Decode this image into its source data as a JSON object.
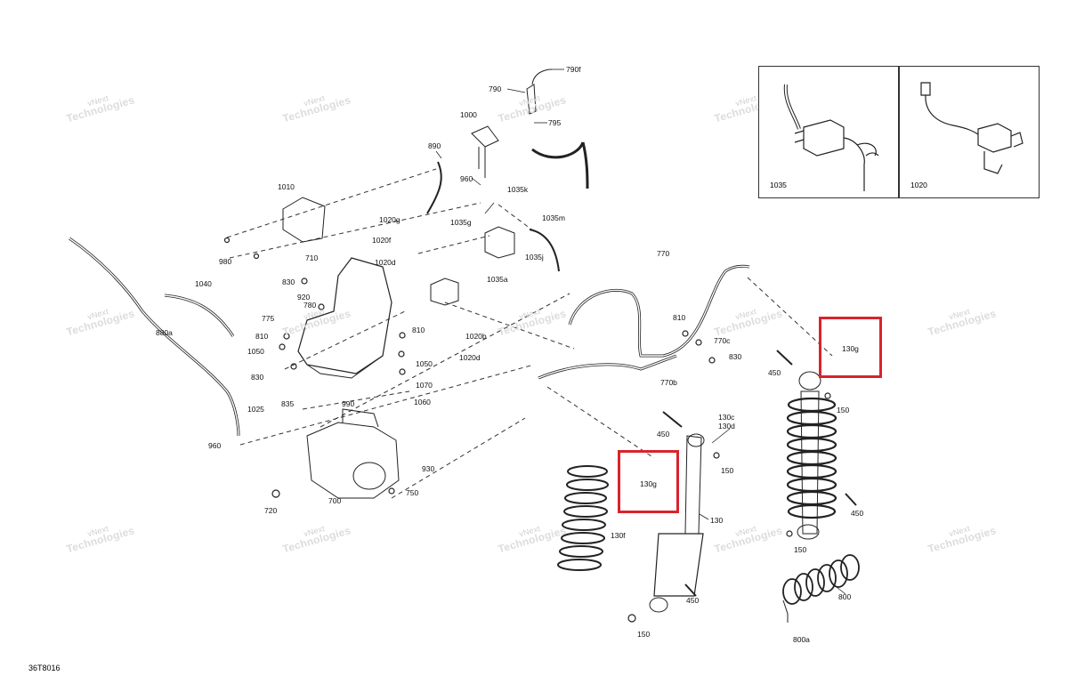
{
  "diagram": {
    "drawing_code": "36T8016",
    "watermark": {
      "line1": "vNext",
      "line2": "Technologies"
    },
    "insets": [
      {
        "id": "inset-1035",
        "label": "1035"
      },
      {
        "id": "inset-1020",
        "label": "1020"
      }
    ],
    "callouts": {
      "c790f": "790f",
      "c790": "790",
      "c1000": "1000",
      "c795": "795",
      "c890": "890",
      "c960a": "960",
      "c1035k": "1035k",
      "c1010": "1010",
      "c1020g": "1020g",
      "c1035g": "1035g",
      "c1035m": "1035m",
      "c1020f": "1020f",
      "c980": "980",
      "c710": "710",
      "c1020d_top": "1020d",
      "c1035a": "1035a",
      "c1035j": "1035j",
      "c770": "770",
      "c830a": "830",
      "c1040": "1040",
      "c920": "920",
      "c780": "780",
      "c775": "775",
      "c880a": "880a",
      "c810a": "810",
      "c810b": "810",
      "c1050a": "1050",
      "c1050b": "1050",
      "c830b": "830",
      "c1020b": "1020b",
      "c1020d": "1020d",
      "c810c": "810",
      "c770c": "770c",
      "c830c": "830",
      "c1070": "1070",
      "c1025": "1025",
      "c835": "835",
      "c1060": "1060",
      "c770b": "770b",
      "c990": "990",
      "c960b": "960",
      "c930": "930",
      "c700": "700",
      "c750": "750",
      "c720": "720",
      "c130g_right": "130g",
      "c450a": "450",
      "c150a": "150",
      "c130c": "130c",
      "c130d": "130d",
      "c450b": "450",
      "c150b": "150",
      "c130g_left": "130g",
      "c130f": "130f",
      "c130": "130",
      "c450c": "450",
      "c150c": "150",
      "c450d": "450",
      "c150d": "150",
      "c800": "800",
      "c800a": "800a"
    }
  },
  "colors": {
    "highlight": "#d9232d",
    "line": "#222222",
    "watermark": "#cfcfcf"
  }
}
